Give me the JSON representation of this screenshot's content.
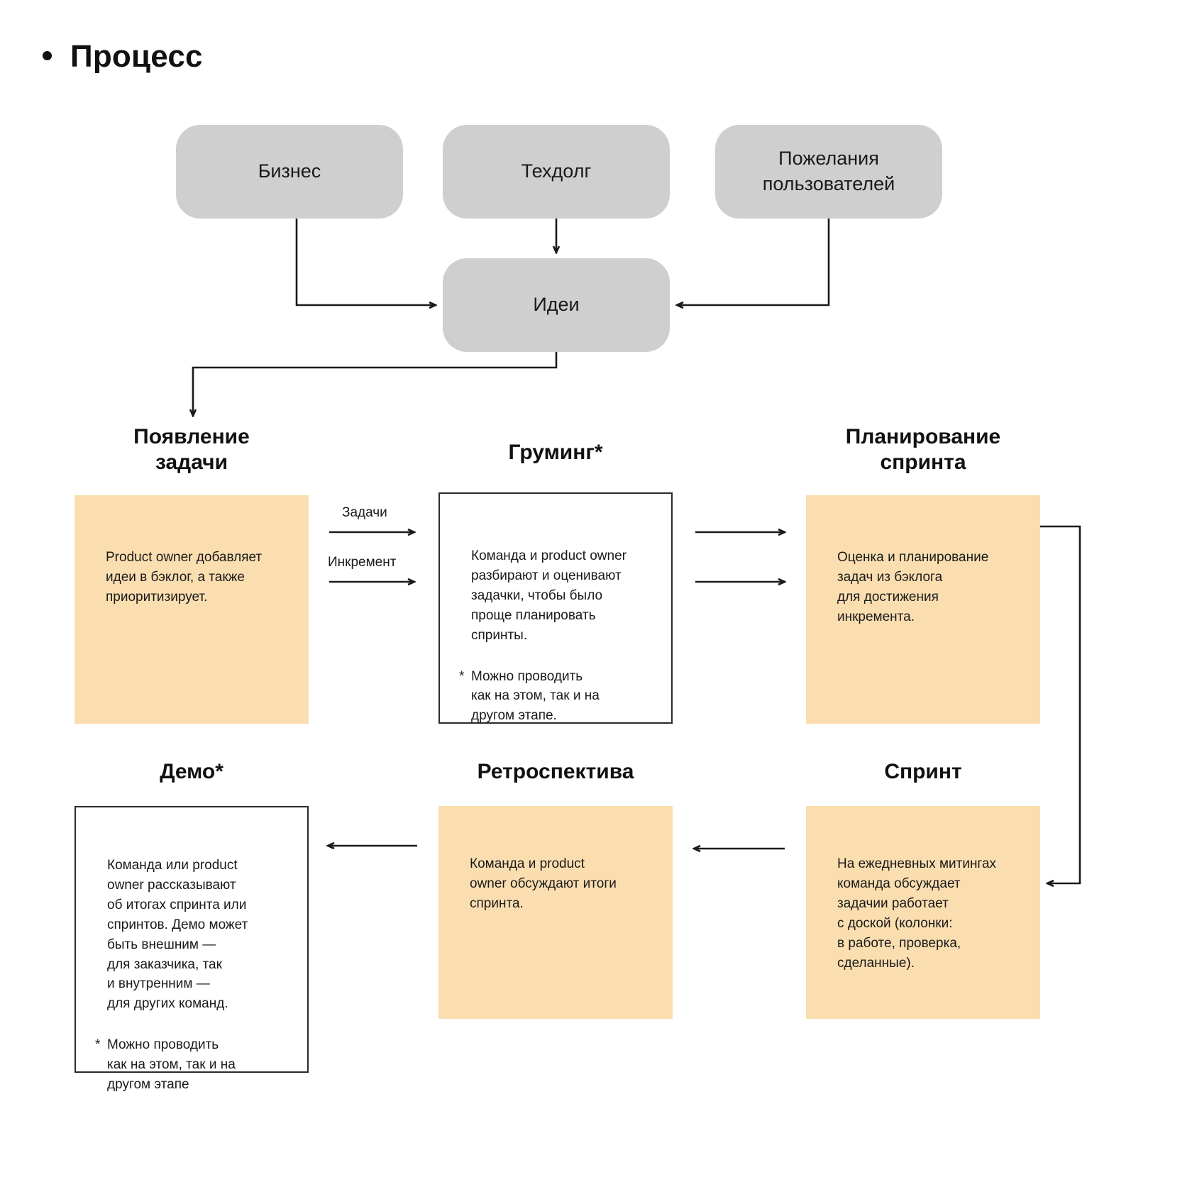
{
  "title": {
    "text": "Процесс",
    "bullet": "bullet-dot"
  },
  "sources": [
    {
      "id": "business",
      "label": "Бизнес"
    },
    {
      "id": "techdebt",
      "label": "Техдолг"
    },
    {
      "id": "users",
      "label": "Пожелания\nпользователей"
    }
  ],
  "ideas": {
    "label": "Идеи"
  },
  "stages": {
    "task": {
      "heading": "Появление\nзадачи",
      "body": "Product owner добавляет\nидеи в бэклог, а также\nприоритизирует.",
      "style": "orange"
    },
    "grooming": {
      "heading": "Груминг*",
      "body": "Команда и product owner\nразбирают и оценивают\nзадачки, чтобы было\nпроще планировать\nспринты.",
      "note_star": "*",
      "note": "Можно проводить\nкак на этом, так и на\nдругом этапе.",
      "style": "outline"
    },
    "planning": {
      "heading": "Планирование\nспринта",
      "body": "Оценка и планирование\nзадач из бэклога\nдля достижения\nинкремента.",
      "style": "orange"
    },
    "sprint": {
      "heading": "Спринт",
      "body": "На ежедневных митингах\nкоманда обсуждает\nзадачии работает\nс доской (колонки:\nв работе, проверка,\nсделанные).",
      "style": "orange"
    },
    "retro": {
      "heading": "Ретроспектива",
      "body": "Команда и product\nowner обсуждают итоги\nспринта.",
      "style": "orange"
    },
    "demo": {
      "heading": "Демо*",
      "body": "Команда или product\nowner рассказывают\nоб итогах спринта или\nспринтов. Демо может\nбыть внешним —\nдля заказчика, так\nи внутренним —\nдля других команд.",
      "note_star": "*",
      "note": "Можно проводить\nкак на этом, так и на\nдругом этапе",
      "style": "outline"
    }
  },
  "arrow_labels": {
    "tasks": "Задачи",
    "increment": "Инкремент"
  },
  "colors": {
    "gray_box": "#cfcfcf",
    "orange_panel": "#fbdeb0",
    "outline": "#2b2b2b",
    "text": "#1a1a1a",
    "background": "#ffffff"
  }
}
